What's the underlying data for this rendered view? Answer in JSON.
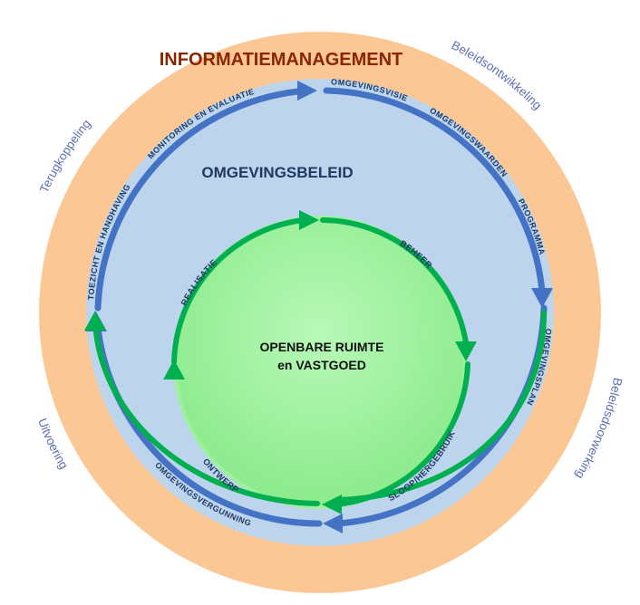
{
  "title": "INFORMATIEMANAGEMENT",
  "section": "OMGEVINGSBELEID",
  "center": {
    "line1": "OPENBARE RUIMTE",
    "line2": "en VASTGOED"
  },
  "outer_phases": {
    "terugkoppeling": "Terugkoppeling",
    "beleidsontwikkeling": "Beleidsontwikkeling",
    "beleidsdoorwerking": "Beleidsdoorwerking",
    "uitvoering": "Uitvoering"
  },
  "blue_cycle": {
    "monitoring": "MONITORING EN EVALUATIE",
    "omgevingsvisie": "OMGEVINGSVISIE",
    "omgevingswaarden": "OMGEVINGSWAARDEN",
    "programma": "PROGRAMMA",
    "omgevingsplan": "OMGEVINGSPLAN",
    "omgevingsvergunning": "OMGEVINGSVERGUNNING",
    "toezicht": "TOEZICHT EN HANDHAVING"
  },
  "green_cycle": {
    "realisatie": "REALISATIE",
    "beheer": "BEHEER",
    "sloop": "SLOOP/HERGEBRUIK",
    "ontwerp": "ONTWERP"
  },
  "colors": {
    "outer_ring": "#fbc895",
    "middle_disc": "#bcd4ec",
    "inner_disc": "#9cf29c",
    "blue_arrow": "#4472c4",
    "green_arrow": "#00b050",
    "title": "#8b2500",
    "section": "#1f3864",
    "phase": "#5b6fb5"
  }
}
